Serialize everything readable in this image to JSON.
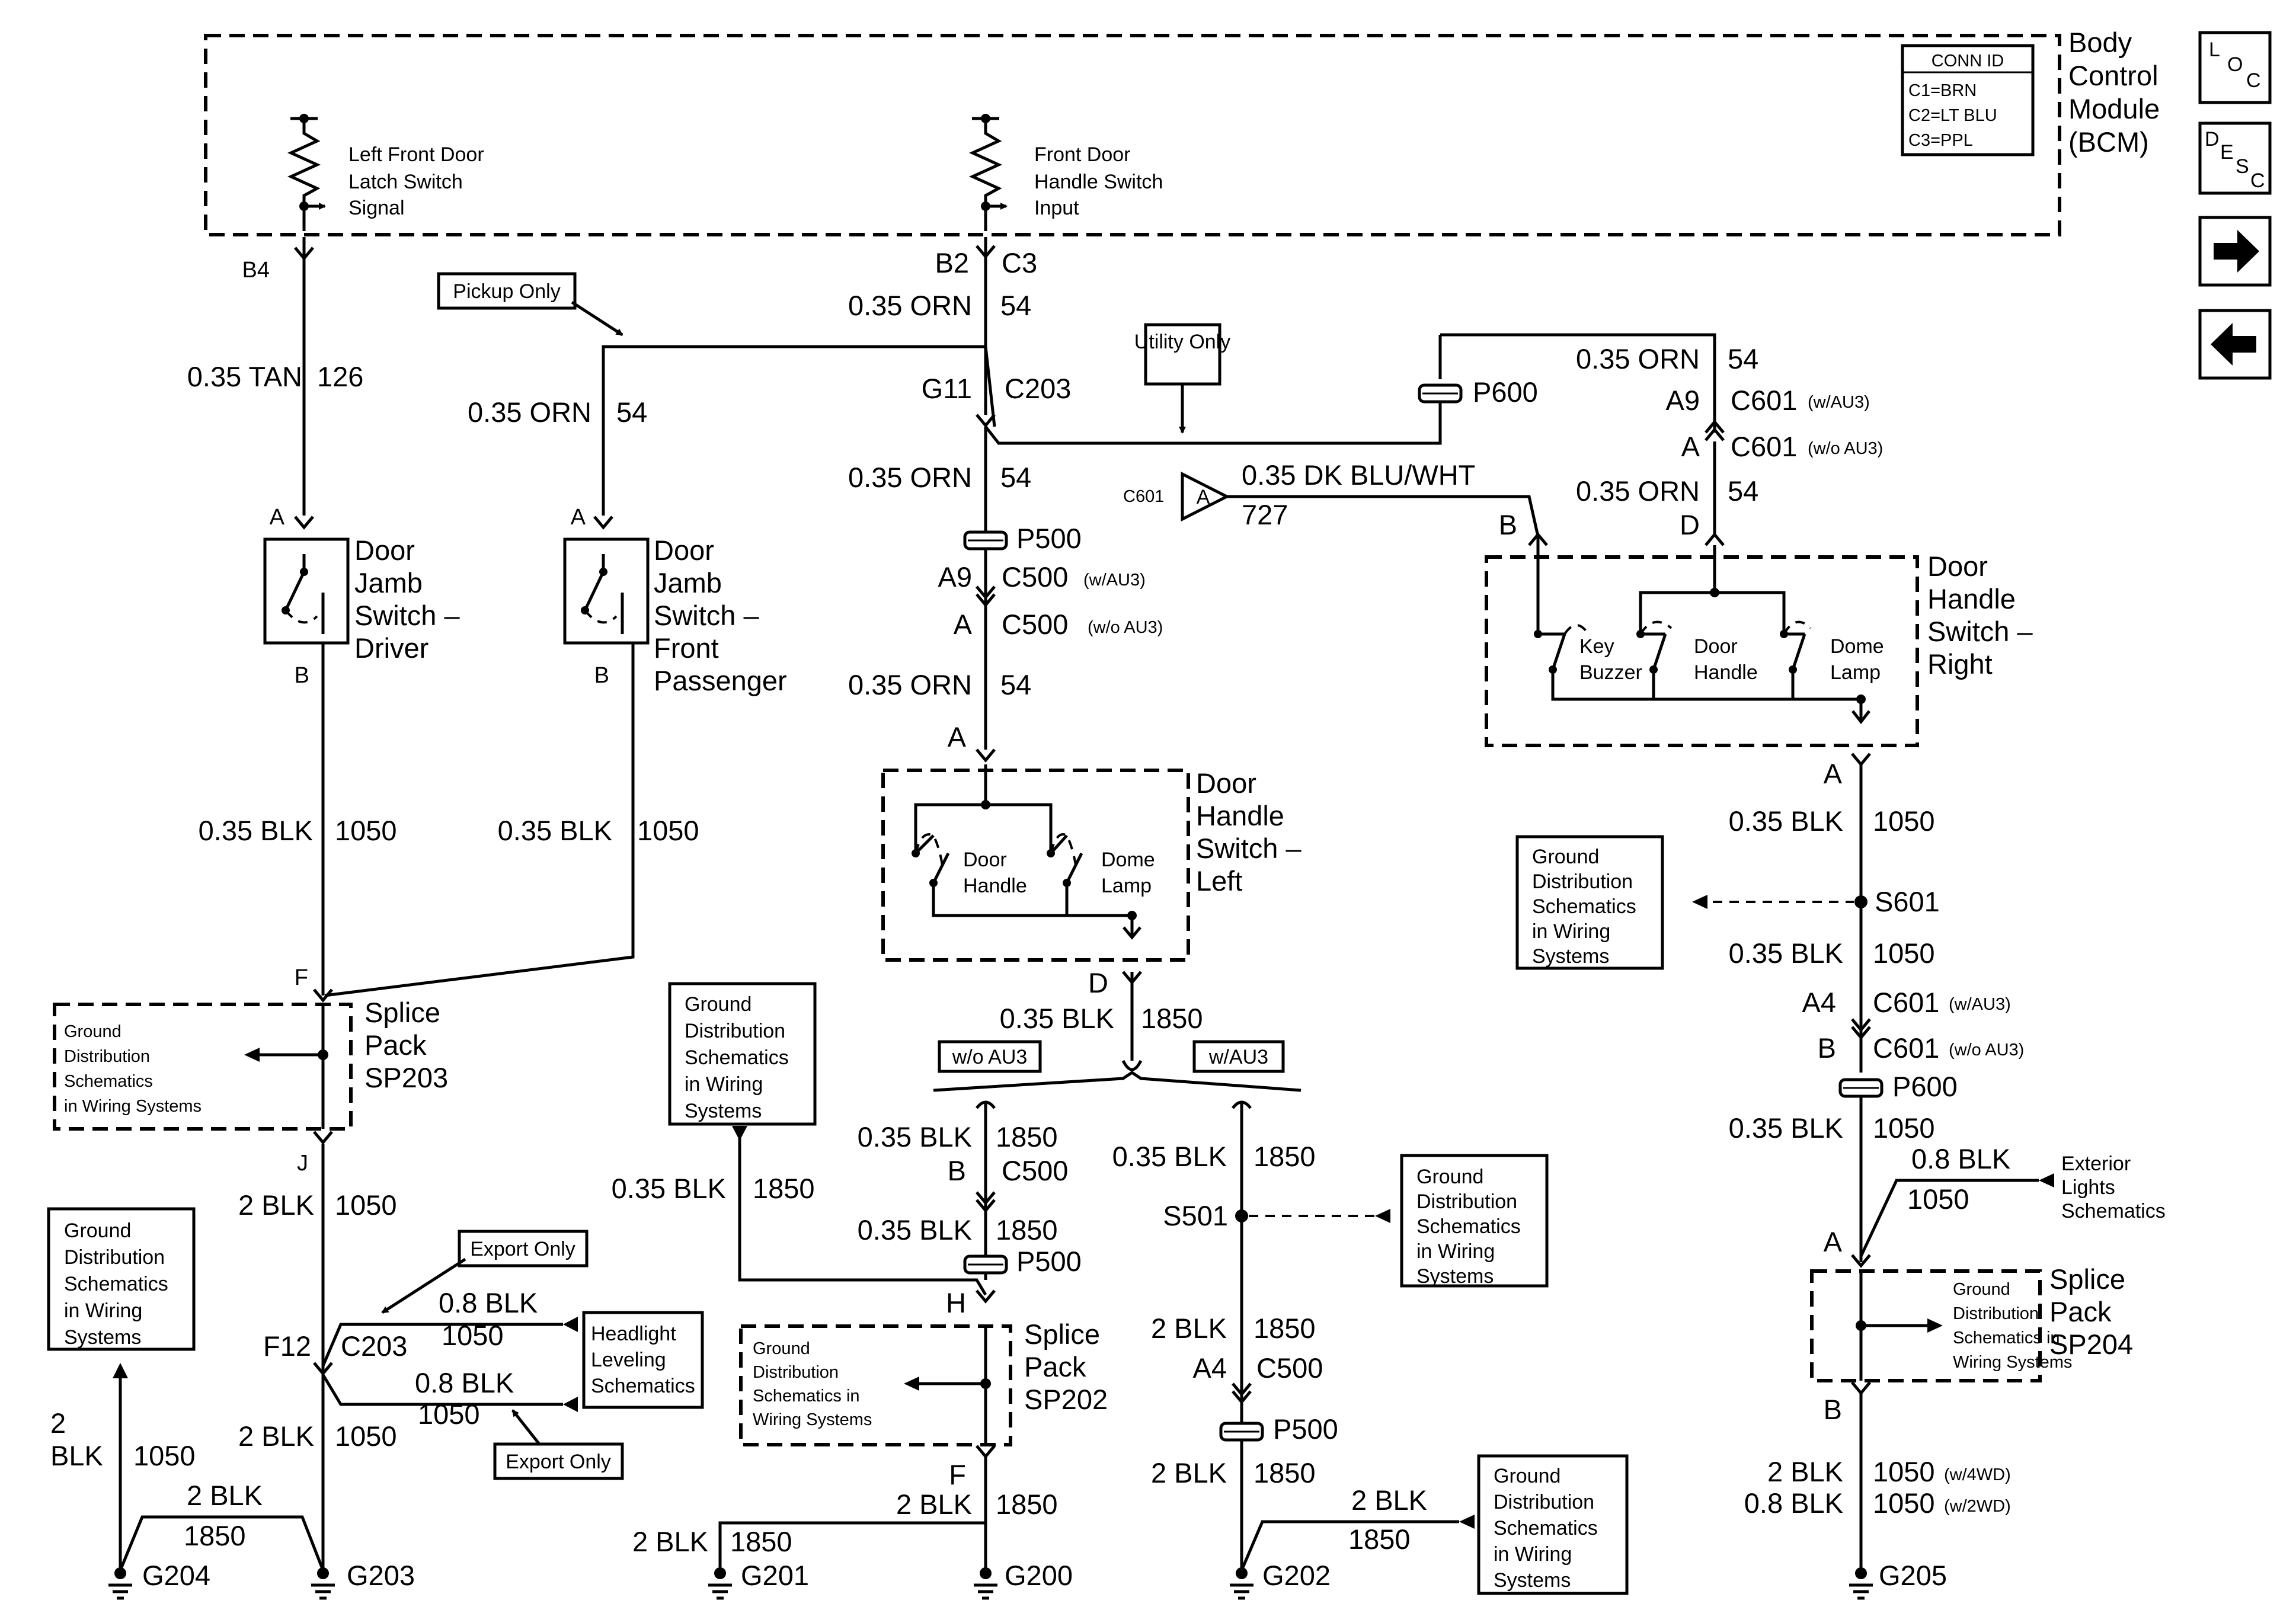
{
  "bcm": {
    "title_lines": [
      "Body",
      "Control",
      "Module",
      "(BCM)"
    ],
    "conn_id_title": "CONN ID",
    "conn_ids": [
      "C1=BRN",
      "C2=LT BLU",
      "C3=PPL"
    ],
    "input1_lines": [
      "Left Front Door",
      "Latch Switch",
      "Signal"
    ],
    "input2_lines": [
      "Front Door",
      "Handle Switch",
      "Input"
    ]
  },
  "nav": {
    "loc": [
      "L",
      "O",
      "C"
    ],
    "desc": [
      "D",
      "E",
      "S",
      "C"
    ],
    "next_icon": "arrow-right-icon",
    "prev_icon": "arrow-left-icon"
  },
  "notes": {
    "pickup_only": "Pickup Only",
    "utility_only": "Utility Only",
    "export_only": "Export Only",
    "headlight_leveling": [
      "Headlight",
      "Leveling",
      "Schematics"
    ],
    "exterior_lights": [
      "Exterior",
      "Lights",
      "Schematics"
    ],
    "wo_au3": "w/o AU3",
    "w_au3": "w/AU3"
  },
  "gnd_ref": {
    "lines4": [
      "Ground",
      "Distribution",
      "Schematics",
      "in Wiring Systems"
    ],
    "lines5": [
      "Ground",
      "Distribution",
      "Schematics",
      "in Wiring",
      "Systems"
    ],
    "lines5b": [
      "Ground",
      "Distribution",
      "Schematics in",
      "Wiring",
      "Systems"
    ],
    "lines4b": [
      "Ground",
      "Distribution",
      "Schematics in",
      "Wiring Systems"
    ]
  },
  "components": {
    "dj_driver": [
      "Door",
      "Jamb",
      "Switch –",
      "Driver"
    ],
    "dj_pass": [
      "Door",
      "Jamb",
      "Switch –",
      "Front",
      "Passenger"
    ],
    "dh_left": [
      "Door",
      "Handle",
      "Switch –",
      "Left"
    ],
    "dh_right": [
      "Door",
      "Handle",
      "Switch –",
      "Right"
    ],
    "door_handle": [
      "Door",
      "Handle"
    ],
    "dome_lamp": [
      "Dome",
      "Lamp"
    ],
    "key_buzzer": [
      "Key",
      "Buzzer"
    ],
    "sp203": [
      "Splice",
      "Pack",
      "SP203"
    ],
    "sp202": [
      "Splice",
      "Pack",
      "SP202"
    ],
    "sp204": [
      "Splice",
      "Pack",
      "SP204"
    ]
  },
  "connectors": {
    "b4": "B4",
    "b2": "B2",
    "c3": "C3",
    "g11": "G11",
    "c203": "C203",
    "p500": "P500",
    "a9": "A9",
    "c500": "C500",
    "c500_w": "(w/AU3)",
    "c500_wo": "(w/o AU3)",
    "a": "A",
    "b": "B",
    "d": "D",
    "f": "F",
    "h": "H",
    "j": "J",
    "f12": "F12",
    "a4": "A4",
    "p600": "P600",
    "c601": "C601",
    "c601_w": "(w/AU3)",
    "c601_wo": "(w/o AU3)",
    "s501": "S501",
    "s601": "S601"
  },
  "wires": {
    "tan126_size": "0.35 TAN",
    "tan126_ckt": "126",
    "orn_size": "0.35 ORN",
    "ckt54": "54",
    "dkblu_size": "0.35 DK BLU/WHT",
    "ckt727": "727",
    "blk035": "0.35 BLK",
    "ckt1050": "1050",
    "ckt1850": "1850",
    "blk2": "2 BLK",
    "blk08": "0.8 BLK",
    "blk_2": "2",
    "blk_word": "BLK",
    "w4wd": "(w/4WD)",
    "w2wd": "(w/2WD)"
  },
  "grounds": {
    "g204": "G204",
    "g203": "G203",
    "g201": "G201",
    "g200": "G200",
    "g202": "G202",
    "g205": "G205"
  }
}
